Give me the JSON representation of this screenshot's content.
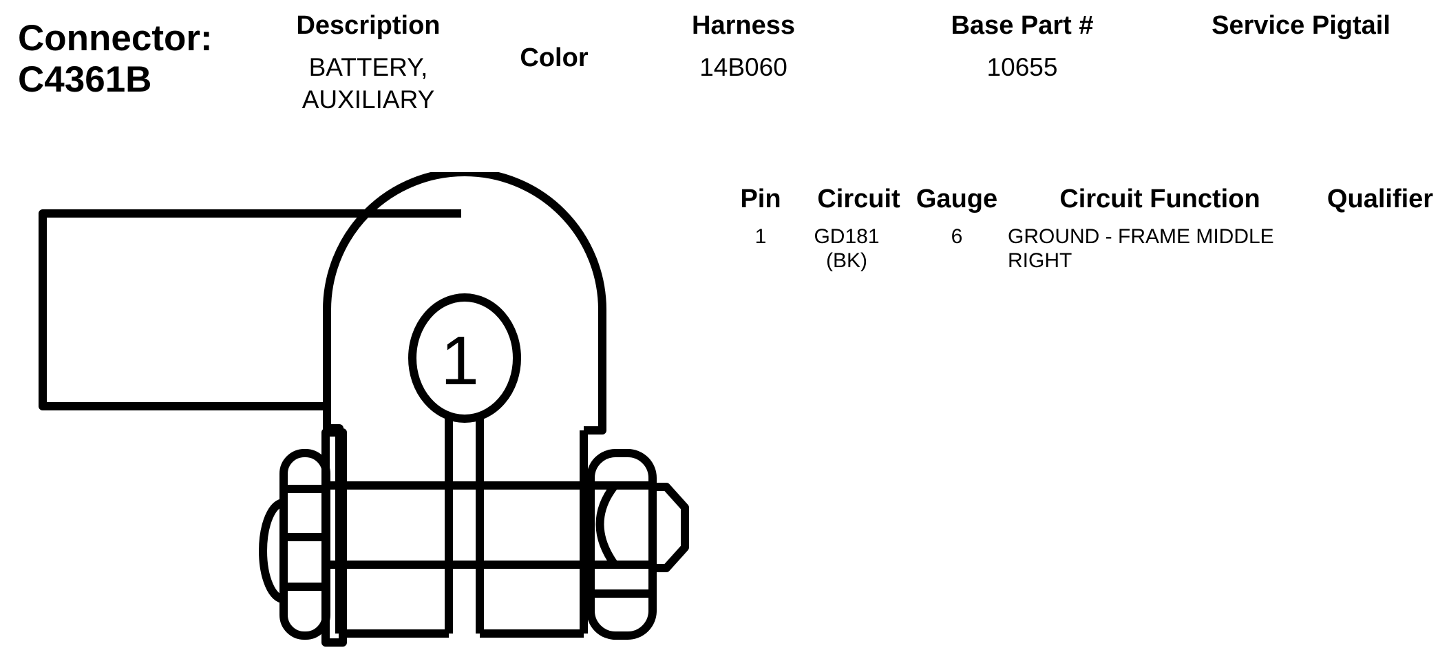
{
  "connector": {
    "label_line1": "Connector:",
    "label_line2": "C4361B"
  },
  "header": {
    "description_label": "Description",
    "description_line1": "BATTERY,",
    "description_line2": "AUXILIARY",
    "color_label": "Color",
    "harness_label": "Harness",
    "harness_value": "14B060",
    "base_part_label": "Base Part #",
    "base_part_value": "10655",
    "service_pigtail_label": "Service Pigtail"
  },
  "pin_table": {
    "columns": [
      "Pin",
      "Circuit",
      "Gauge",
      "Circuit Function",
      "Qualifier"
    ],
    "rows": [
      {
        "pin": "1",
        "circuit_line1": "GD181",
        "circuit_line2": "(BK)",
        "gauge": "6",
        "function_line1": "GROUND - FRAME MIDDLE",
        "function_line2": "RIGHT",
        "qualifier": ""
      }
    ]
  },
  "diagram": {
    "pin_number": "1",
    "stroke_color": "#000000"
  }
}
